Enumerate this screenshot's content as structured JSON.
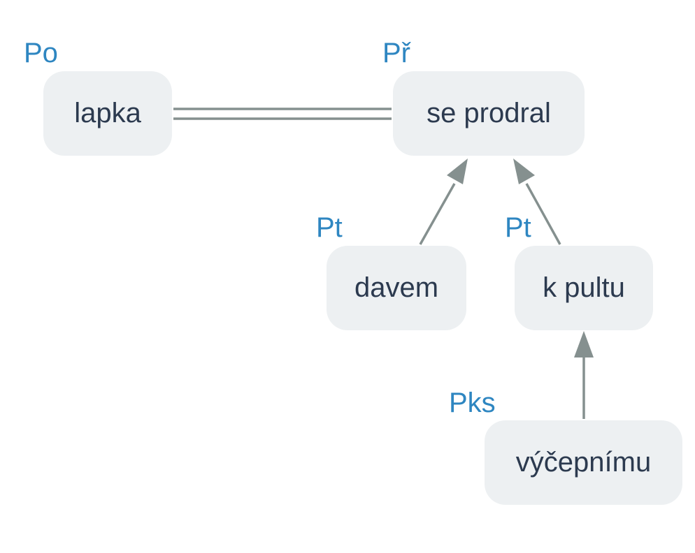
{
  "colors": {
    "node_bg": "#edf0f2",
    "node_text": "#2c3a4f",
    "role_text": "#2e86c1",
    "edge": "#85908f"
  },
  "nodes": [
    {
      "id": "lapka",
      "label": "lapka",
      "role": "Po"
    },
    {
      "id": "se-prodral",
      "label": "se prodral",
      "role": "Př"
    },
    {
      "id": "davem",
      "label": "davem",
      "role": "Pt"
    },
    {
      "id": "k-pultu",
      "label": "k pultu",
      "role": "Pt"
    },
    {
      "id": "vycepnimu",
      "label": "výčepnímu",
      "role": "Pks"
    }
  ],
  "edges": [
    {
      "from": "lapka",
      "to": "se-prodral",
      "kind": "double-line"
    },
    {
      "from": "davem",
      "to": "se-prodral",
      "kind": "arrow"
    },
    {
      "from": "k-pultu",
      "to": "se-prodral",
      "kind": "arrow"
    },
    {
      "from": "vycepnimu",
      "to": "k-pultu",
      "kind": "arrow"
    }
  ]
}
